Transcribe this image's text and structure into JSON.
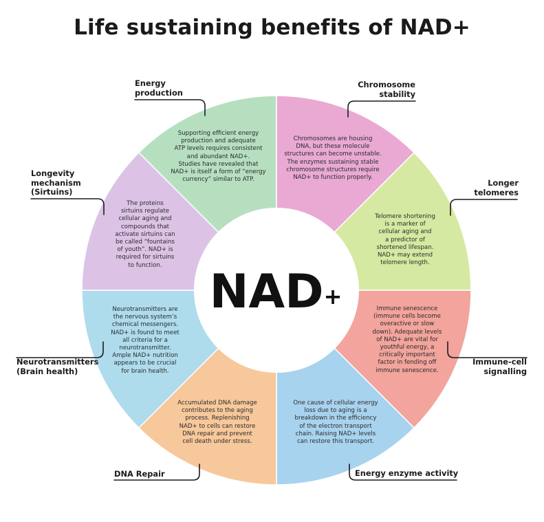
{
  "title": "Life sustaining benefits of NAD+",
  "center": {
    "main": "NAD",
    "sup": "+"
  },
  "colors": {
    "energy_production": "#b6dfc0",
    "chromosome_stability": "#e9a9d3",
    "longer_telomeres": "#d6e9a2",
    "immune_cell_signalling": "#f2a49d",
    "energy_enzyme_activity": "#a8d3ef",
    "dna_repair": "#f7c89b",
    "neurotransmitters": "#aedcec",
    "longevity_mechanism": "#dcc3e6"
  },
  "segments": [
    {
      "key": "energy_production",
      "label": [
        "Energy",
        "production"
      ],
      "desc": [
        "Supporting efficient energy",
        "production and adequate",
        "ATP levels requires consistent",
        "and abundant NAD+.",
        "Studies have revealed that",
        "NAD+ is itself a form of “energy",
        "currency” similar to ATP."
      ]
    },
    {
      "key": "chromosome_stability",
      "label": [
        "Chromosome",
        "stability"
      ],
      "desc": [
        "Chromosomes are housing",
        "DNA, but these molecule",
        "structures can become unstable.",
        "The enzymes sustaining stable",
        "chromosome structures require",
        "NAD+ to function properly."
      ]
    },
    {
      "key": "longer_telomeres",
      "label": [
        "Longer",
        "telomeres"
      ],
      "desc": [
        "Telomere shortening",
        "is a marker of",
        "cellular aging and",
        "a predictor of",
        "shortened lifespan.",
        "NAD+ may extend",
        "telomere length."
      ]
    },
    {
      "key": "immune_cell_signalling",
      "label": [
        "Immune-cell",
        "signalling"
      ],
      "desc": [
        "Immune senescence",
        "(immune cells become",
        "overactive or slow",
        "down). Adequate levels",
        "of NAD+ are vital for",
        "youthful energy, a",
        "critically important",
        "factor in fending off",
        "immune senescence."
      ]
    },
    {
      "key": "energy_enzyme_activity",
      "label": [
        "Energy enzyme activity"
      ],
      "desc": [
        "One cause of cellular energy",
        "loss due to aging is a",
        "breakdown in the efficiency",
        "of the electron transport",
        "chain. Raising NAD+ levels",
        "can restore this transport."
      ]
    },
    {
      "key": "dna_repair",
      "label": [
        "DNA Repair"
      ],
      "desc": [
        "Accumulated DNA damage",
        "contributes to the aging",
        "process. Replenishing",
        "NAD+ to cells can restore",
        "DNA repair and prevent",
        "cell death under stress."
      ]
    },
    {
      "key": "neurotransmitters",
      "label": [
        "Neurotransmitters",
        "(Brain health)"
      ],
      "desc": [
        "Neurotransmitters are",
        "the nervous system’s",
        "chemical messengers.",
        "NAD+ is found to meet",
        "all criteria for a",
        "neurotransmitter.",
        "Ample NAD+ nutrition",
        "appears to be crucial",
        "for brain health."
      ]
    },
    {
      "key": "longevity_mechanism",
      "label": [
        "Longevity",
        "mechanism",
        "(Sirtuins)"
      ],
      "desc": [
        "The proteins",
        "sirtuins regulate",
        "cellular aging and",
        "compounds that",
        "activate sirtuins can",
        "be called “fountains",
        "of youth”. NAD+ is",
        "required for sirtuins",
        "to function."
      ]
    }
  ]
}
